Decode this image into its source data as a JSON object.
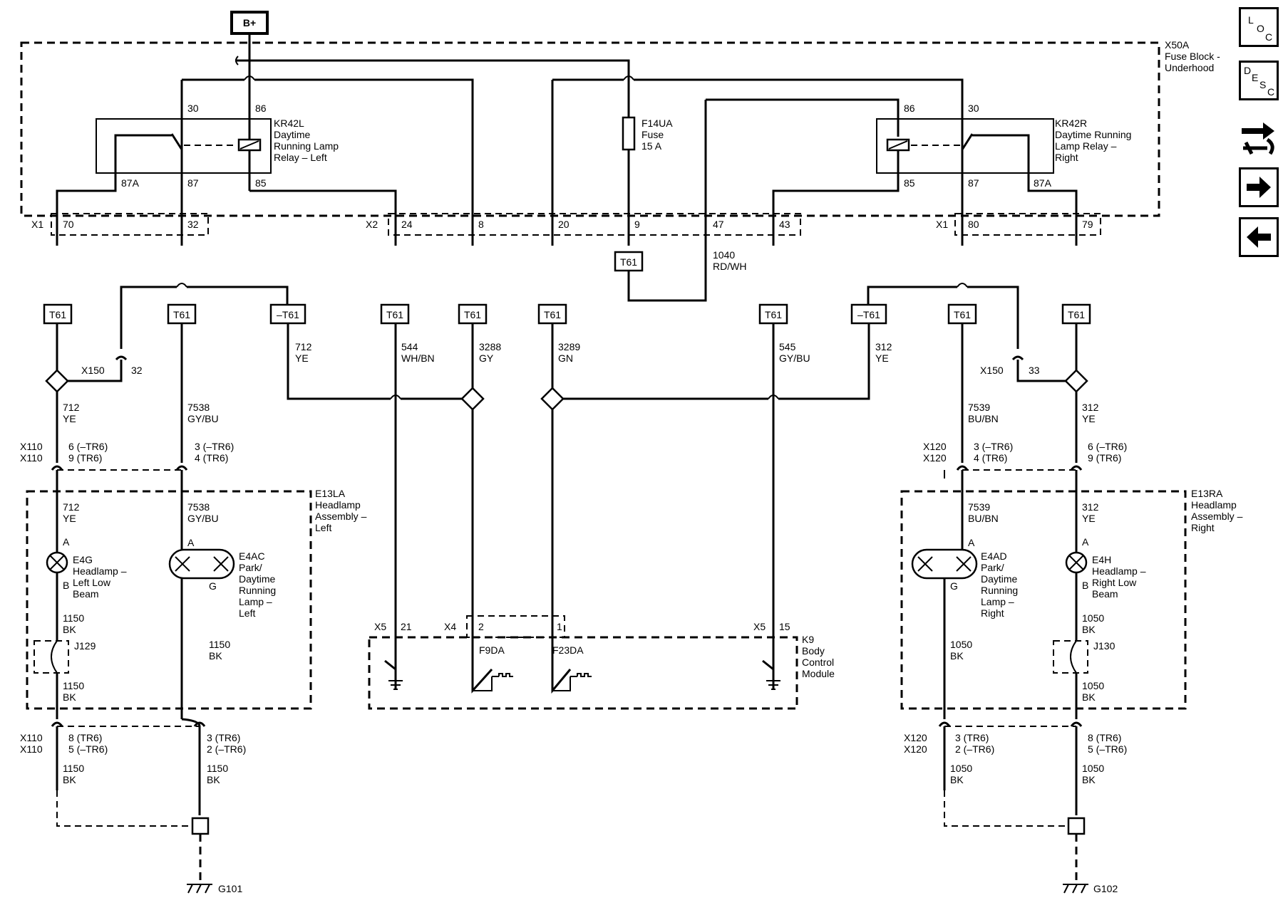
{
  "power": {
    "label": "B+"
  },
  "fuse_block": {
    "id": "X50A",
    "name": "Fuse Block -",
    "name2": "Underhood"
  },
  "relay_left": {
    "id": "KR42L",
    "line1": "Daytime",
    "line2": "Running Lamp",
    "line3": "Relay – Left",
    "pins": {
      "p30": "30",
      "p86": "86",
      "p87a": "87A",
      "p87": "87",
      "p85": "85"
    }
  },
  "relay_right": {
    "id": "KR42R",
    "line1": "Daytime Running",
    "line2": "Lamp Relay –",
    "line3": "Right",
    "pins": {
      "p86": "86",
      "p30": "30",
      "p85": "85",
      "p87": "87",
      "p87a": "87A"
    }
  },
  "fuse": {
    "id": "F14UA",
    "line1": "Fuse",
    "line2": "15 A"
  },
  "conn_x1": "X1",
  "conn_x2": "X2",
  "pins_top": {
    "p70": "70",
    "p32": "32",
    "p24": "24",
    "p8": "8",
    "p20": "20",
    "p9": "9",
    "p47": "47",
    "p43": "43",
    "p80": "80",
    "p79": "79"
  },
  "wire_1040": {
    "num": "1040",
    "color": "RD/WH"
  },
  "splice": "T61",
  "splice_neg": "–T61",
  "x150": {
    "id": "X150",
    "left_pin": "32",
    "right_pin": "33"
  },
  "wires": {
    "w712": {
      "num": "712",
      "color": "YE"
    },
    "w544": {
      "num": "544",
      "color": "WH/BN"
    },
    "w3288": {
      "num": "3288",
      "color": "GY"
    },
    "w3289": {
      "num": "3289",
      "color": "GN"
    },
    "w545": {
      "num": "545",
      "color": "GY/BU"
    },
    "w312": {
      "num": "312",
      "color": "YE"
    },
    "w7538": {
      "num": "7538",
      "color": "GY/BU"
    },
    "w7539": {
      "num": "7539",
      "color": "BU/BN"
    },
    "w1150": {
      "num": "1150",
      "color": "BK"
    },
    "w1050": {
      "num": "1050",
      "color": "BK"
    }
  },
  "x110": "X110",
  "x120": "X120",
  "conn_pins": {
    "p6tr6": "6 (–TR6)",
    "p9tr6": "9 (TR6)",
    "p3tr6n": "3 (–TR6)",
    "p4tr6": "4 (TR6)",
    "p8tr6": "8 (TR6)",
    "p5tr6n": "5 (–TR6)",
    "p3tr6": "3 (TR6)",
    "p2tr6n": "2 (–TR6)"
  },
  "headlamp_left": {
    "id": "E13LA",
    "line1": "Headlamp",
    "line2": "Assembly –",
    "line3": "Left"
  },
  "headlamp_right": {
    "id": "E13RA",
    "line1": "Headlamp",
    "line2": "Assembly –",
    "line3": "Right"
  },
  "lamp_e4g": {
    "id": "E4G",
    "line1": "Headlamp –",
    "line2": "Left Low",
    "line3": "Beam",
    "pin_a": "A",
    "pin_b": "B"
  },
  "lamp_e4ac": {
    "id": "E4AC",
    "line1": "Park/",
    "line2": "Daytime",
    "line3": "Running",
    "line4": "Lamp –",
    "line5": "Left",
    "pin_a": "A",
    "pin_g": "G"
  },
  "lamp_e4ad": {
    "id": "E4AD",
    "line1": "Park/",
    "line2": "Daytime",
    "line3": "Running",
    "line4": "Lamp –",
    "line5": "Right",
    "pin_a": "A",
    "pin_g": "G"
  },
  "lamp_e4h": {
    "id": "E4H",
    "line1": "Headlamp –",
    "line2": "Right Low",
    "line3": "Beam",
    "pin_a": "A",
    "pin_b": "B"
  },
  "jumper_left": "J129",
  "jumper_right": "J130",
  "bcm": {
    "id": "K9",
    "line1": "Body",
    "line2": "Control",
    "line3": "Module",
    "x5": "X5",
    "x4": "X4",
    "p21": "21",
    "p2": "2",
    "p1": "1",
    "p15": "15",
    "f9": "F9DA",
    "f23": "F23DA"
  },
  "ground_left": "G101",
  "ground_right": "G102",
  "nav": {
    "loc": [
      "L",
      "O",
      "C"
    ],
    "desc": [
      "D",
      "E",
      "S",
      "C"
    ]
  }
}
